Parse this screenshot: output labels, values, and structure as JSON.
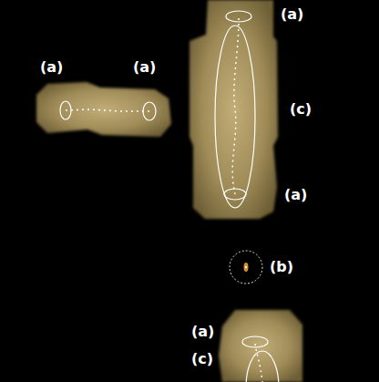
{
  "diagram": {
    "labels": [
      "(a)",
      "(a)",
      "(a)",
      "(c)",
      "(a)",
      "(b)",
      "(a)",
      "(c)"
    ]
  }
}
